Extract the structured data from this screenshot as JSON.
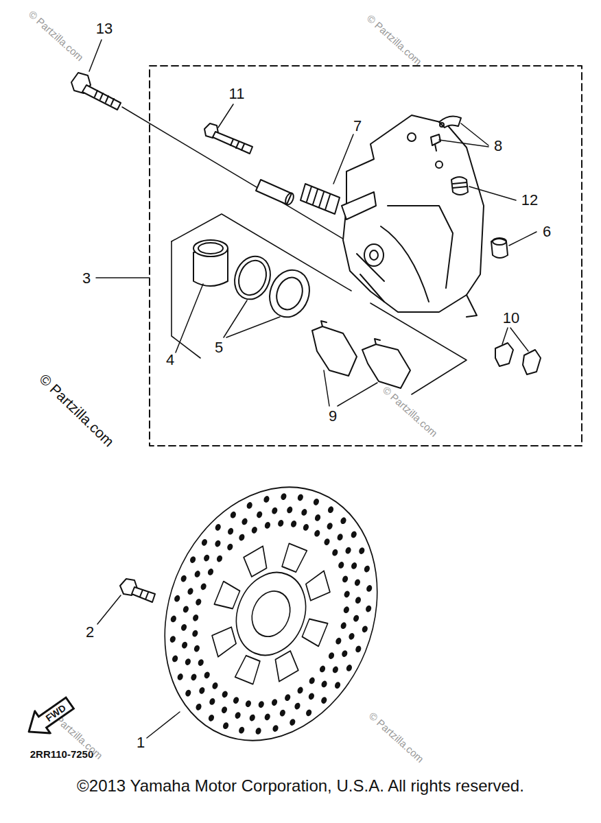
{
  "diagram": {
    "nodes": [
      {
        "text": [
          "FWD"
        ]
      }
    ],
    "labels": [
      "13",
      "11",
      "7",
      "8",
      "12",
      "6",
      "3",
      "4",
      "5",
      "9",
      "10",
      "2",
      "1",
      "2RR110-7250",
      "©2013 Yamaha Motor Corporation, U.S.A. All rights reserved.",
      "© Partzilla.com",
      "© Partzilla.com",
      "© Partzilla.com",
      "© Partzilla.com",
      "© Partzilla.com",
      "© Partzilla.com"
    ]
  }
}
